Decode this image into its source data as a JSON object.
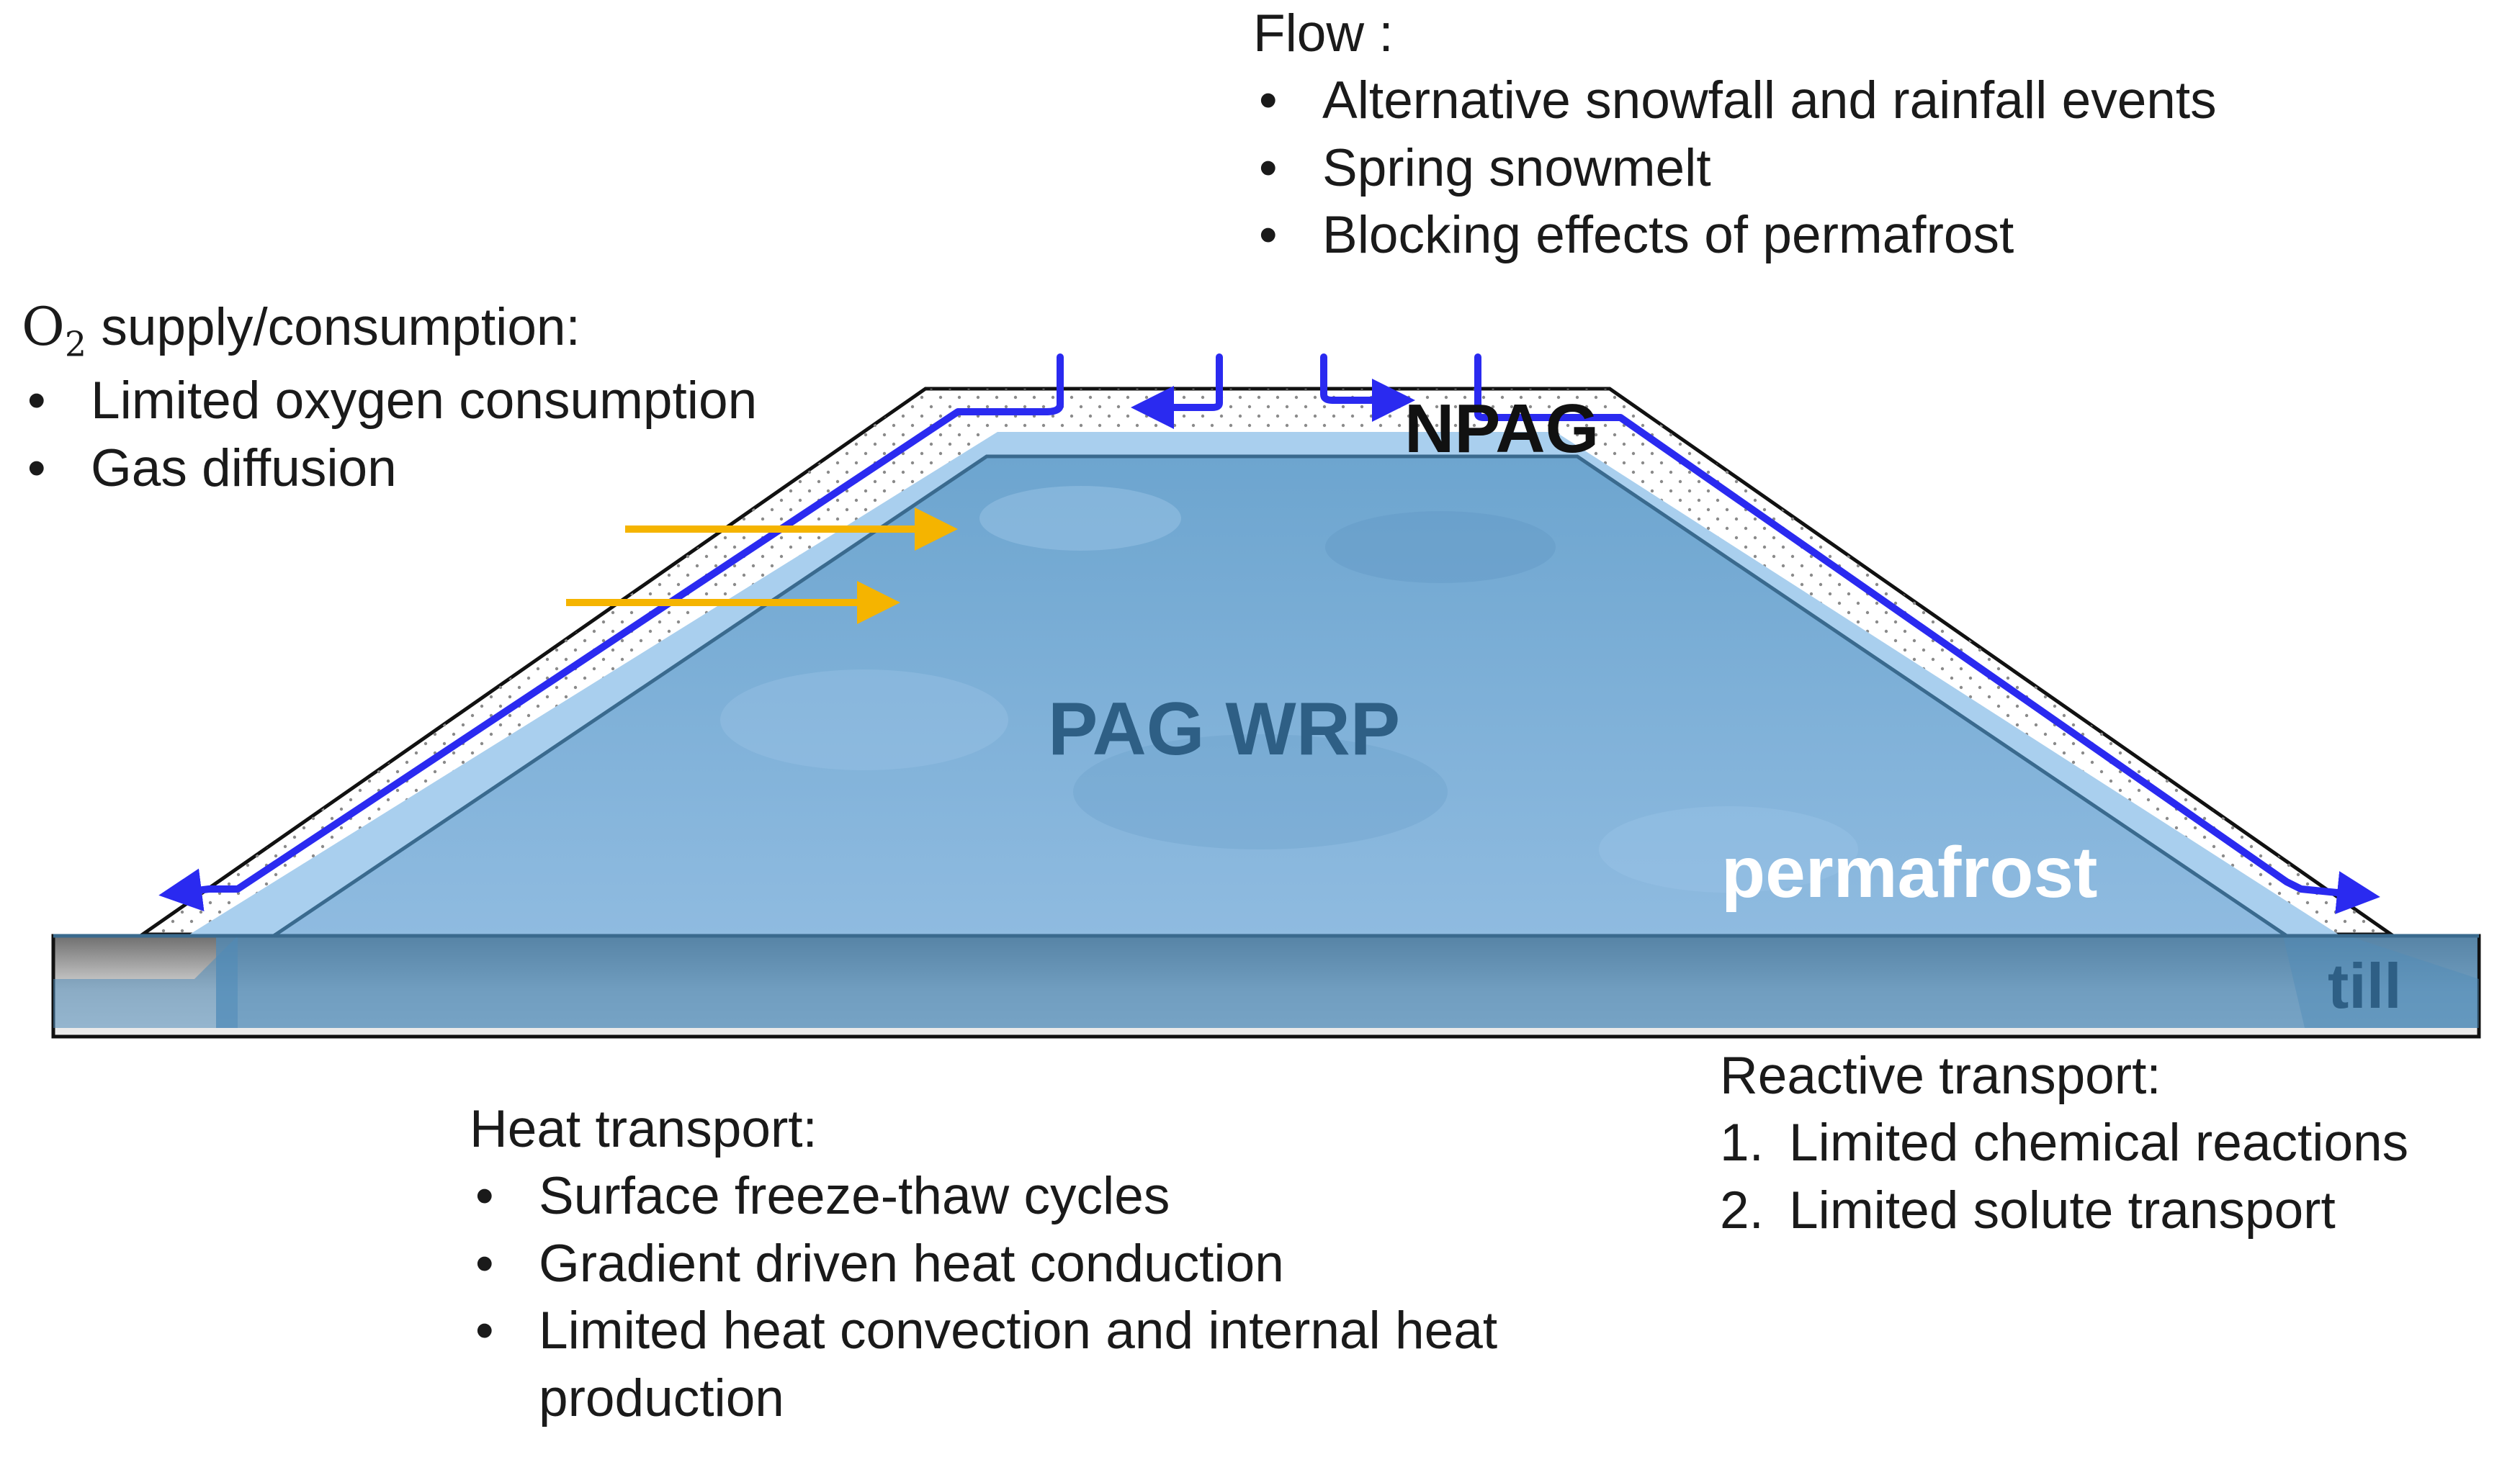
{
  "labels": {
    "npag": "NPAG",
    "pag_wrp": "PAG WRP",
    "permafrost": "permafrost",
    "till": "till"
  },
  "flow": {
    "heading": "Flow :",
    "items": [
      "Alternative snowfall and rainfall events",
      "Spring snowmelt",
      "Blocking effects of permafrost"
    ]
  },
  "o2": {
    "symbol": "O",
    "subscript": "2",
    "heading": " supply/consumption:",
    "items": [
      "Limited oxygen consumption",
      "Gas diffusion"
    ]
  },
  "heat": {
    "heading": "Heat transport:",
    "items": [
      "Surface freeze-thaw cycles",
      "Gradient driven heat conduction",
      "Limited heat convection and internal heat production"
    ]
  },
  "reactive": {
    "heading": "Reactive transport:",
    "items": [
      {
        "num": "1.",
        "text": "Limited chemical reactions"
      },
      {
        "num": "2.",
        "text": "Limited solute transport"
      }
    ]
  },
  "colors": {
    "water_flow": "#2a2af0",
    "heat_arrow": "#f5b400",
    "pag_fill": "#7aaed6",
    "label_dark": "#2e5f85",
    "outline": "#111111"
  }
}
